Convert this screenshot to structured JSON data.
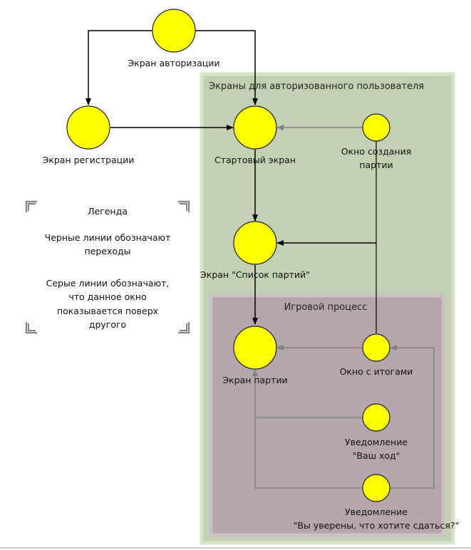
{
  "groups": {
    "authorized": {
      "title": "Экраны для авторизованного пользователя",
      "fill": "#c3d1b2",
      "border": "#d8e4c8"
    },
    "game": {
      "title": "Игровой процесс",
      "fill": "#b4a6aa",
      "border": "#cdbfc3"
    }
  },
  "nodes": {
    "auth": {
      "label": [
        "Экран авторизации"
      ]
    },
    "register": {
      "label": [
        "Экран регистрации"
      ]
    },
    "start": {
      "label": [
        "Стартовый экран"
      ]
    },
    "create": {
      "label": [
        "Окно создания",
        "партии"
      ]
    },
    "list": {
      "label": [
        "Экран \"Список партий\""
      ]
    },
    "game": {
      "label": [
        "Экран партии"
      ]
    },
    "results": {
      "label": [
        "Окно с итогами"
      ]
    },
    "turn": {
      "label": [
        "Уведомление",
        "\"Ваш ход\""
      ]
    },
    "surrender": {
      "label": [
        "Уведомление",
        "\"Вы уверены, что хотите сдаться?\""
      ]
    }
  },
  "legend": {
    "title": "Легенда",
    "black_lines": [
      "Черные линии обозначают",
      "переходы"
    ],
    "gray_lines": [
      "Серые линии обозначают,",
      "что данное окно",
      "показывается поверх",
      "другого"
    ]
  },
  "colors": {
    "node_fill": "#ffff00",
    "node_stroke": "#222222",
    "black_line": "#000000",
    "gray_line": "#808080"
  }
}
